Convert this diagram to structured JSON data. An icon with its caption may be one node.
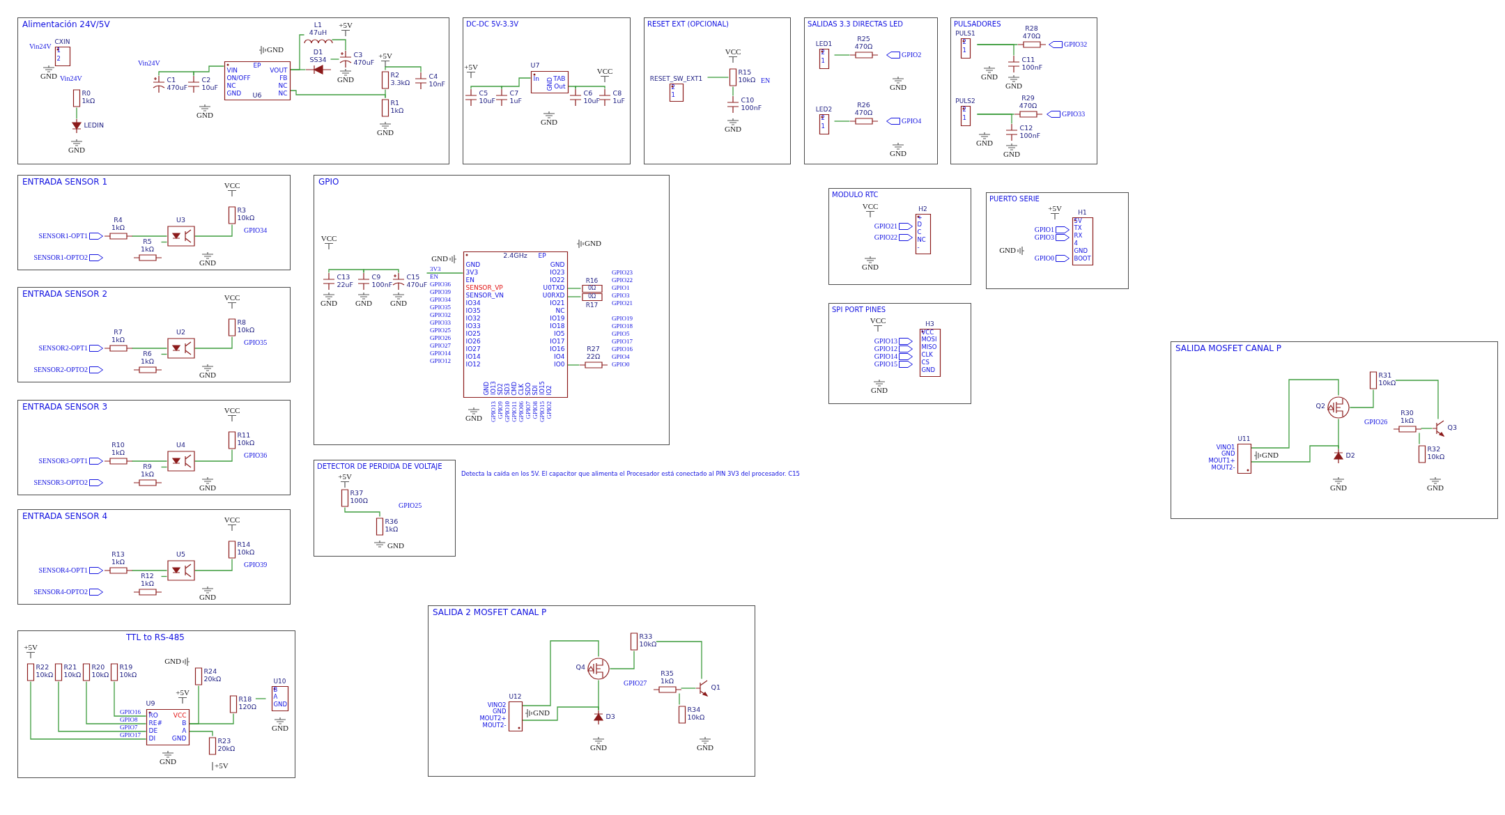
{
  "diagram": {
    "nodes": [
      {
        "text": [
          "Alimentación 24V/5V"
        ]
      },
      {
        "text": [
          "CXIN",
          "1",
          "2"
        ],
        "in": 0
      },
      {
        "text": [
          "R0",
          "1kΩ"
        ],
        "in": 0
      },
      {
        "text": [
          "LEDIN"
        ],
        "in": 0
      },
      {
        "text": [
          "C1",
          "470uF"
        ],
        "in": 0
      },
      {
        "text": [
          "C2",
          "10uF"
        ],
        "in": 0
      },
      {
        "text": [
          "U6",
          "VIN",
          "ON/OFF",
          "NC",
          "GND",
          "VOUT",
          "FB",
          "NC",
          "NC",
          "EP"
        ],
        "in": 0
      },
      {
        "text": [
          "L1",
          "47uH"
        ],
        "in": 0
      },
      {
        "text": [
          "D1",
          "SS34"
        ],
        "in": 0
      },
      {
        "text": [
          "C3",
          "470uF"
        ],
        "in": 0
      },
      {
        "text": [
          "R2",
          "3.3kΩ"
        ],
        "in": 0
      },
      {
        "text": [
          "C4",
          "10nF"
        ],
        "in": 0
      },
      {
        "text": [
          "R1",
          "1kΩ"
        ],
        "in": 0
      },
      {
        "text": [
          "DC-DC 5V-3.3V"
        ]
      },
      {
        "text": [
          "C5",
          "10uF"
        ],
        "in": 13
      },
      {
        "text": [
          "C7",
          "1uF"
        ],
        "in": 13
      },
      {
        "text": [
          "U7",
          "In",
          "TAB",
          "Out",
          "GND"
        ],
        "in": 13
      },
      {
        "text": [
          "C6",
          "10uF"
        ],
        "in": 13
      },
      {
        "text": [
          "C8",
          "1uF"
        ],
        "in": 13
      },
      {
        "text": [
          "RESET EXT (OPCIONAL)"
        ]
      },
      {
        "text": [
          "RESET_SW_EXT1",
          "2",
          "1"
        ],
        "in": 19
      },
      {
        "text": [
          "R15",
          "10kΩ"
        ],
        "in": 19
      },
      {
        "text": [
          "C10",
          "100nF"
        ],
        "in": 19
      },
      {
        "text": [
          "SALIDAS 3.3 DIRECTAS LED"
        ]
      },
      {
        "text": [
          "LED1",
          "2",
          "1"
        ],
        "in": 23
      },
      {
        "text": [
          "R25",
          "470Ω"
        ],
        "in": 23
      },
      {
        "text": [
          "LED2",
          "2",
          "1"
        ],
        "in": 23
      },
      {
        "text": [
          "R26",
          "470Ω"
        ],
        "in": 23
      },
      {
        "text": [
          "PULSADORES"
        ]
      },
      {
        "text": [
          "PULS1",
          "2",
          "1"
        ],
        "in": 28
      },
      {
        "text": [
          "R28",
          "470Ω"
        ],
        "in": 28
      },
      {
        "text": [
          "C11",
          "100nF"
        ],
        "in": 28
      },
      {
        "text": [
          "PULS2",
          "2",
          "1"
        ],
        "in": 28
      },
      {
        "text": [
          "R29",
          "470Ω"
        ],
        "in": 28
      },
      {
        "text": [
          "C12",
          "100nF"
        ],
        "in": 28
      },
      {
        "text": [
          "ENTRADA SENSOR 1"
        ]
      },
      {
        "text": [
          "R4",
          "1kΩ"
        ],
        "in": 35
      },
      {
        "text": [
          "R5",
          "1kΩ"
        ],
        "in": 35
      },
      {
        "text": [
          "U3"
        ],
        "in": 35
      },
      {
        "text": [
          "R3",
          "10kΩ"
        ],
        "in": 35
      },
      {
        "text": [
          "ENTRADA SENSOR 2"
        ]
      },
      {
        "text": [
          "R7",
          "1kΩ"
        ],
        "in": 40
      },
      {
        "text": [
          "R6",
          "1kΩ"
        ],
        "in": 40
      },
      {
        "text": [
          "U2"
        ],
        "in": 40
      },
      {
        "text": [
          "R8",
          "10kΩ"
        ],
        "in": 40
      },
      {
        "text": [
          "ENTRADA SENSOR 3"
        ]
      },
      {
        "text": [
          "R10",
          "1kΩ"
        ],
        "in": 45
      },
      {
        "text": [
          "R9",
          "1kΩ"
        ],
        "in": 45
      },
      {
        "text": [
          "U4"
        ],
        "in": 45
      },
      {
        "text": [
          "R11",
          "10kΩ"
        ],
        "in": 45
      },
      {
        "text": [
          "ENTRADA SENSOR 4"
        ]
      },
      {
        "text": [
          "R13",
          "1kΩ"
        ],
        "in": 50
      },
      {
        "text": [
          "R12",
          "1kΩ"
        ],
        "in": 50
      },
      {
        "text": [
          "U5"
        ],
        "in": 50
      },
      {
        "text": [
          "R14",
          "10kΩ"
        ],
        "in": 50
      },
      {
        "text": [
          "GPIO"
        ]
      },
      {
        "text": [
          "C13",
          "22uF"
        ],
        "in": 55
      },
      {
        "text": [
          "C9",
          "100nF"
        ],
        "in": 55
      },
      {
        "text": [
          "C15",
          "470uF"
        ],
        "in": 55
      },
      {
        "text": [
          "2.4GHz",
          "GND",
          "3V3",
          "EN",
          "SENSOR_VP",
          "SENSOR_VN",
          "IO34",
          "IO35",
          "IO32",
          "IO33",
          "IO25",
          "IO26",
          "IO27",
          "IO14",
          "IO12",
          "GND",
          "IO23",
          "IO22",
          "U0TXD",
          "U0RXD",
          "IO21",
          "NC",
          "IO19",
          "IO18",
          "IO5",
          "IO17",
          "IO16",
          "IO4",
          "IO0",
          "GND",
          "IO13",
          "SD2",
          "SD3",
          "CMD",
          "CLK",
          "SDO",
          "SDI",
          "IO15",
          "IO2",
          "EP"
        ],
        "in": 55
      },
      {
        "text": [
          "R16",
          "0Ω"
        ],
        "in": 55
      },
      {
        "text": [
          "0Ω",
          "R17"
        ],
        "in": 55
      },
      {
        "text": [
          "R27",
          "22Ω"
        ],
        "in": 55
      },
      {
        "text": [
          "DETECTOR DE PERDIDA DE VOLTAJE"
        ]
      },
      {
        "text": [
          "R37",
          "100Ω"
        ],
        "in": 63
      },
      {
        "text": [
          "R36",
          "1kΩ"
        ],
        "in": 63
      },
      {
        "text": [
          "MODULO RTC"
        ]
      },
      {
        "text": [
          "H2",
          "+",
          "D",
          "C",
          "NC",
          "-"
        ],
        "in": 66
      },
      {
        "text": [
          "PUERTO SERIE"
        ]
      },
      {
        "text": [
          "H1",
          "5V",
          "TX",
          "RX",
          "4",
          "GND",
          "BOOT"
        ],
        "in": 68
      },
      {
        "text": [
          "SPI PORT PINES"
        ]
      },
      {
        "text": [
          "H3",
          "VCC",
          "MOSI",
          "MISO",
          "CLK",
          "CS",
          "GND"
        ],
        "in": 70
      },
      {
        "text": [
          "SALIDA MOSFET CANAL P"
        ]
      },
      {
        "text": [
          "U11",
          "VINO1",
          "GND",
          "MOUT1+",
          "MOUT2-"
        ],
        "in": 72
      },
      {
        "text": [
          "Q2"
        ],
        "in": 72
      },
      {
        "text": [
          "R31",
          "10kΩ"
        ],
        "in": 72
      },
      {
        "text": [
          "D2"
        ],
        "in": 72
      },
      {
        "text": [
          "R30",
          "1kΩ"
        ],
        "in": 72
      },
      {
        "text": [
          "Q3"
        ],
        "in": 72
      },
      {
        "text": [
          "R32",
          "10kΩ"
        ],
        "in": 72
      },
      {
        "text": [
          "TTL to RS-485"
        ]
      },
      {
        "text": [
          "R22",
          "10kΩ"
        ],
        "in": 80
      },
      {
        "text": [
          "R21",
          "10kΩ"
        ],
        "in": 80
      },
      {
        "text": [
          "R20",
          "10kΩ"
        ],
        "in": 80
      },
      {
        "text": [
          "R19",
          "10kΩ"
        ],
        "in": 80
      },
      {
        "text": [
          "U9",
          "RO",
          "RE#",
          "DE",
          "DI",
          "VCC",
          "B",
          "A",
          "GND"
        ],
        "in": 80
      },
      {
        "text": [
          "R24",
          "20kΩ"
        ],
        "in": 80
      },
      {
        "text": [
          "R18",
          "120Ω"
        ],
        "in": 80
      },
      {
        "text": [
          "U10",
          "B",
          "A",
          "GND"
        ],
        "in": 80
      },
      {
        "text": [
          "R23",
          "20kΩ"
        ],
        "in": 80
      },
      {
        "text": [
          "SALIDA 2 MOSFET CANAL P"
        ]
      },
      {
        "text": [
          "U12",
          "VINO2",
          "GND",
          "MOUT2+",
          "MOUT2-"
        ],
        "in": 90
      },
      {
        "text": [
          "Q4"
        ],
        "in": 90
      },
      {
        "text": [
          "R33",
          "10kΩ"
        ],
        "in": 90
      },
      {
        "text": [
          "D3"
        ],
        "in": 90
      },
      {
        "text": [
          "R35",
          "1kΩ"
        ],
        "in": 90
      },
      {
        "text": [
          "Q1"
        ],
        "in": 90
      },
      {
        "text": [
          "R34",
          "10kΩ"
        ],
        "in": 90
      }
    ],
    "edges": [
      {
        "from": 2,
        "to": 3,
        "arrow": "none"
      },
      {
        "from": 4,
        "to": 5,
        "arrow": "none"
      },
      {
        "from": 5,
        "to": 6,
        "arrow": "none"
      },
      {
        "from": 6,
        "to": 7,
        "arrow": "none"
      },
      {
        "from": 6,
        "to": 8,
        "arrow": "none"
      },
      {
        "from": 7,
        "to": 9,
        "arrow": "none"
      },
      {
        "from": 8,
        "to": 9,
        "arrow": "none"
      },
      {
        "from": 10,
        "to": 12,
        "arrow": "none"
      },
      {
        "from": 10,
        "to": 11,
        "arrow": "none"
      },
      {
        "from": 6,
        "to": 12,
        "arrow": "none"
      },
      {
        "from": 14,
        "to": 15,
        "arrow": "none"
      },
      {
        "from": 15,
        "to": 16,
        "arrow": "none"
      },
      {
        "from": 16,
        "to": 17,
        "arrow": "none"
      },
      {
        "from": 17,
        "to": 18,
        "arrow": "none"
      },
      {
        "from": 20,
        "to": 21,
        "arrow": "none"
      },
      {
        "from": 21,
        "to": 22,
        "arrow": "none"
      },
      {
        "from": 24,
        "to": 25,
        "arrow": "none"
      },
      {
        "from": 26,
        "to": 27,
        "arrow": "none"
      },
      {
        "from": 29,
        "to": 30,
        "arrow": "none"
      },
      {
        "from": 29,
        "to": 31,
        "arrow": "none"
      },
      {
        "from": 32,
        "to": 33,
        "arrow": "none"
      },
      {
        "from": 32,
        "to": 34,
        "arrow": "none"
      },
      {
        "from": 36,
        "to": 38,
        "arrow": "none"
      },
      {
        "from": 37,
        "to": 38,
        "arrow": "none"
      },
      {
        "from": 38,
        "to": 39,
        "arrow": "none"
      },
      {
        "from": 41,
        "to": 43,
        "arrow": "none"
      },
      {
        "from": 42,
        "to": 43,
        "arrow": "none"
      },
      {
        "from": 43,
        "to": 44,
        "arrow": "none"
      },
      {
        "from": 46,
        "to": 48,
        "arrow": "none"
      },
      {
        "from": 47,
        "to": 48,
        "arrow": "none"
      },
      {
        "from": 48,
        "to": 49,
        "arrow": "none"
      },
      {
        "from": 51,
        "to": 53,
        "arrow": "none"
      },
      {
        "from": 52,
        "to": 53,
        "arrow": "none"
      },
      {
        "from": 53,
        "to": 54,
        "arrow": "none"
      },
      {
        "from": 56,
        "to": 57,
        "arrow": "none"
      },
      {
        "from": 57,
        "to": 58,
        "arrow": "none"
      },
      {
        "from": 58,
        "to": 59,
        "arrow": "none"
      },
      {
        "from": 59,
        "to": 60,
        "arrow": "none"
      },
      {
        "from": 59,
        "to": 61,
        "arrow": "none"
      },
      {
        "from": 59,
        "to": 62,
        "arrow": "none"
      },
      {
        "from": 64,
        "to": 65,
        "arrow": "none"
      },
      {
        "from": 73,
        "to": 74,
        "arrow": "none"
      },
      {
        "from": 74,
        "to": 75,
        "arrow": "none"
      },
      {
        "from": 74,
        "to": 76,
        "arrow": "none"
      },
      {
        "from": 73,
        "to": 76,
        "arrow": "none"
      },
      {
        "from": 75,
        "to": 78,
        "arrow": "none"
      },
      {
        "from": 77,
        "to": 78,
        "arrow": "none"
      },
      {
        "from": 77,
        "to": 79,
        "arrow": "none"
      },
      {
        "from": 81,
        "to": 85,
        "arrow": "none"
      },
      {
        "from": 82,
        "to": 85,
        "arrow": "none"
      },
      {
        "from": 83,
        "to": 85,
        "arrow": "none"
      },
      {
        "from": 84,
        "to": 85,
        "arrow": "none"
      },
      {
        "from": 85,
        "to": 86,
        "arrow": "none"
      },
      {
        "from": 85,
        "to": 87,
        "arrow": "none"
      },
      {
        "from": 87,
        "to": 88,
        "arrow": "none"
      },
      {
        "from": 85,
        "to": 89,
        "arrow": "none"
      },
      {
        "from": 91,
        "to": 92,
        "arrow": "none"
      },
      {
        "from": 92,
        "to": 93,
        "arrow": "none"
      },
      {
        "from": 92,
        "to": 94,
        "arrow": "none"
      },
      {
        "from": 91,
        "to": 94,
        "arrow": "none"
      },
      {
        "from": 93,
        "to": 96,
        "arrow": "none"
      },
      {
        "from": 95,
        "to": 96,
        "arrow": "none"
      },
      {
        "from": 95,
        "to": 97,
        "arrow": "none"
      }
    ],
    "labels": [
      "Vin24V",
      "GND",
      "Vin24V",
      "GND",
      "Vin24V",
      "GND",
      "GND",
      "+5V",
      "GND",
      "+5V",
      "GND",
      "+5V",
      "VCC",
      "GND",
      "VCC",
      "EN",
      "GND",
      "GPIO2",
      "GND",
      "GPIO4",
      "GND",
      "GPIO32",
      "GND",
      "GND",
      "GPIO33",
      "GND",
      "GND",
      "SENSOR1-OPT1",
      "SENSOR1-OPTO2",
      "VCC",
      "GPIO34",
      "GND",
      "SENSOR2-OPT1",
      "SENSOR2-OPTO2",
      "VCC",
      "GPIO35",
      "GND",
      "SENSOR3-OPT1",
      "SENSOR3-OPTO2",
      "VCC",
      "GPIO36",
      "GND",
      "SENSOR4-OPT1",
      "SENSOR4-OPTO2",
      "VCC",
      "GPIO39",
      "GND",
      "VCC",
      "GND",
      "GND",
      "GND",
      "GND",
      "GND",
      "GND",
      "3V3",
      "EN",
      "GPIO36",
      "GPIO39",
      "GPIO34",
      "GPIO35",
      "GPIO32",
      "GPIO33",
      "GPIO25",
      "GPIO26",
      "GPIO27",
      "GPIO14",
      "GPIO12",
      "GPIO23",
      "GPIO22",
      "GPIO1",
      "GPIO3",
      "GPIO21",
      "GPIO19",
      "GPIO18",
      "GPIO5",
      "GPIO17",
      "GPIO16",
      "GPIO4",
      "GPIO0",
      "GPIO13",
      "GPIO9",
      "GPIO10",
      "GPIO11",
      "GPIO06",
      "GPIO7",
      "GPIO8",
      "GPIO15",
      "GPIO2",
      "+5V",
      "GPIO25",
      "GND",
      "Detecta la caída en los 5V. El capacitor que alimenta el Procesador está conectado al PIN 3V3 del procesador. C15",
      "VCC",
      "GPIO21",
      "GPIO22",
      "GND",
      "+5V",
      "GPIO1",
      "GPIO3",
      "GND",
      "GPIO0",
      "VCC",
      "GPIO13",
      "GPIO12",
      "GPIO14",
      "GPIO15",
      "GND",
      "GND",
      "GND",
      "GPIO26",
      "GND",
      "+5V",
      "GPIO16",
      "GPIO8",
      "GPIO7",
      "GPIO17",
      "GND",
      "+5V",
      "GND",
      "GND",
      "+5V",
      "GND",
      "GND",
      "GPIO27",
      "GND"
    ]
  }
}
